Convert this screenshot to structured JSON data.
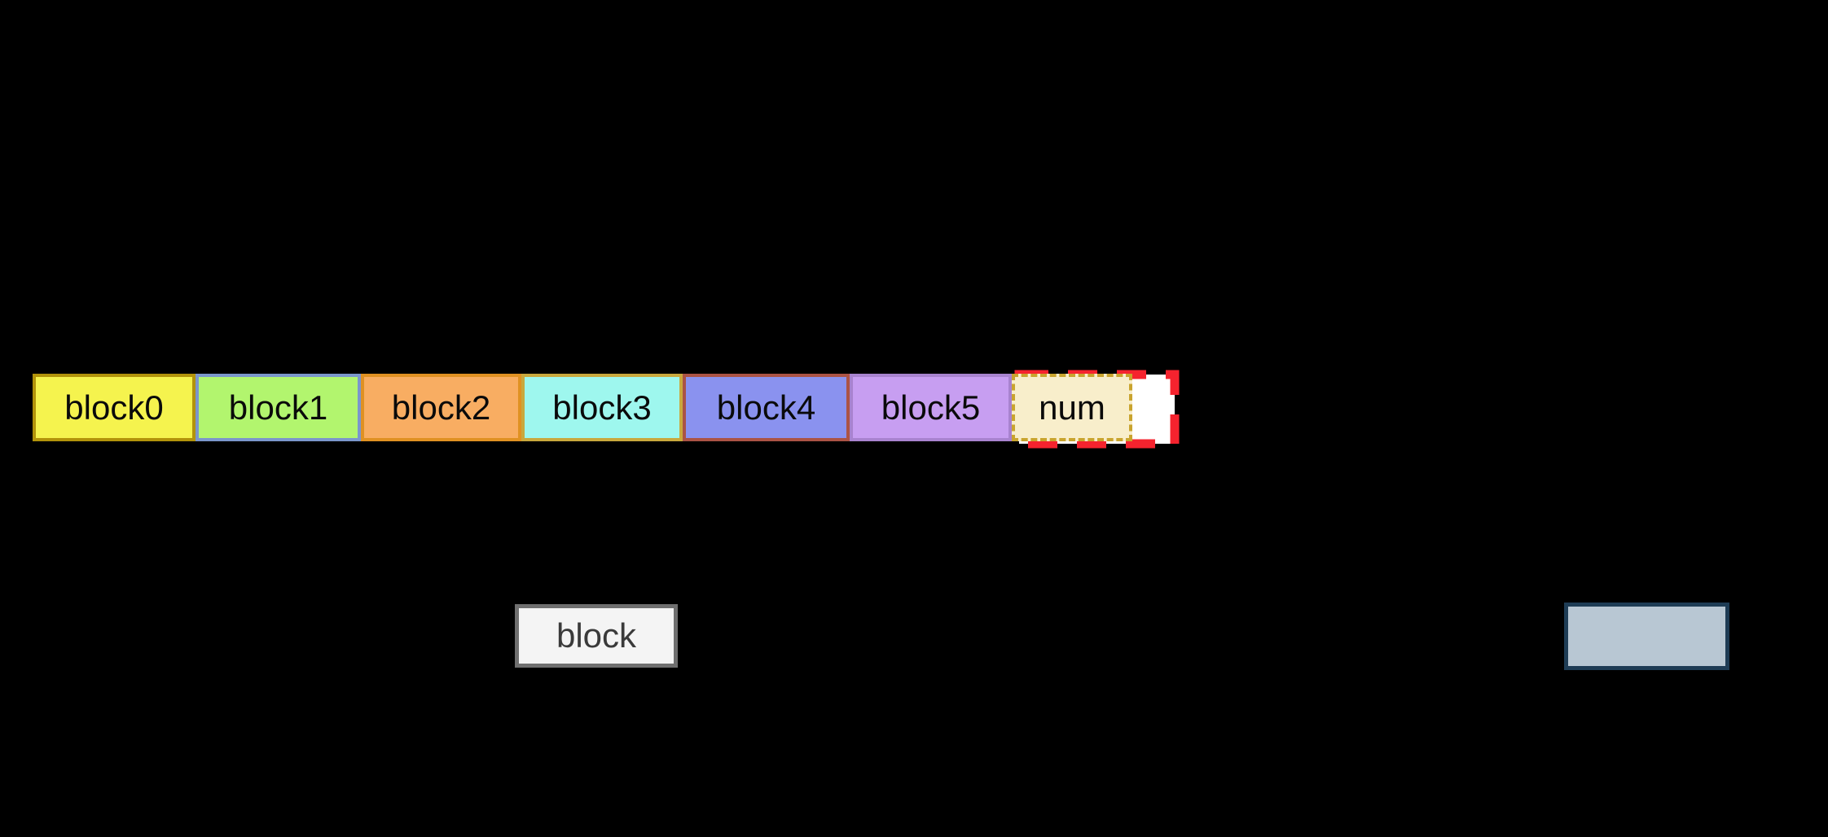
{
  "background": "#000000",
  "memory_row": {
    "cells": [
      {
        "label": "block0",
        "fill": "#f5f34e",
        "border": "#b2930a"
      },
      {
        "label": "block1",
        "fill": "#b2f56e",
        "border": "#7b96cb"
      },
      {
        "label": "block2",
        "fill": "#f8ad62",
        "border": "#e09122"
      },
      {
        "label": "block3",
        "fill": "#9ef7ee",
        "border": "#c9a83d"
      },
      {
        "label": "block4",
        "fill": "#8a92ef",
        "border": "#ab5345"
      },
      {
        "label": "block5",
        "fill": "#c79ef1",
        "border": "#a883cf"
      }
    ],
    "drop_slot": {
      "fill": "#ffffff",
      "stroke": "#f5232e"
    },
    "dragged_block": {
      "label": "num",
      "fill": "#f8eecb",
      "border": "#c9a42e"
    }
  },
  "palette": {
    "block_item": {
      "label": "block",
      "fill": "#f4f4f4",
      "border": "#6f6f6f",
      "text_color": "#3a3a3a"
    },
    "empty_box": {
      "fill": "#b8c7d3",
      "border": "#1e3c55"
    }
  }
}
